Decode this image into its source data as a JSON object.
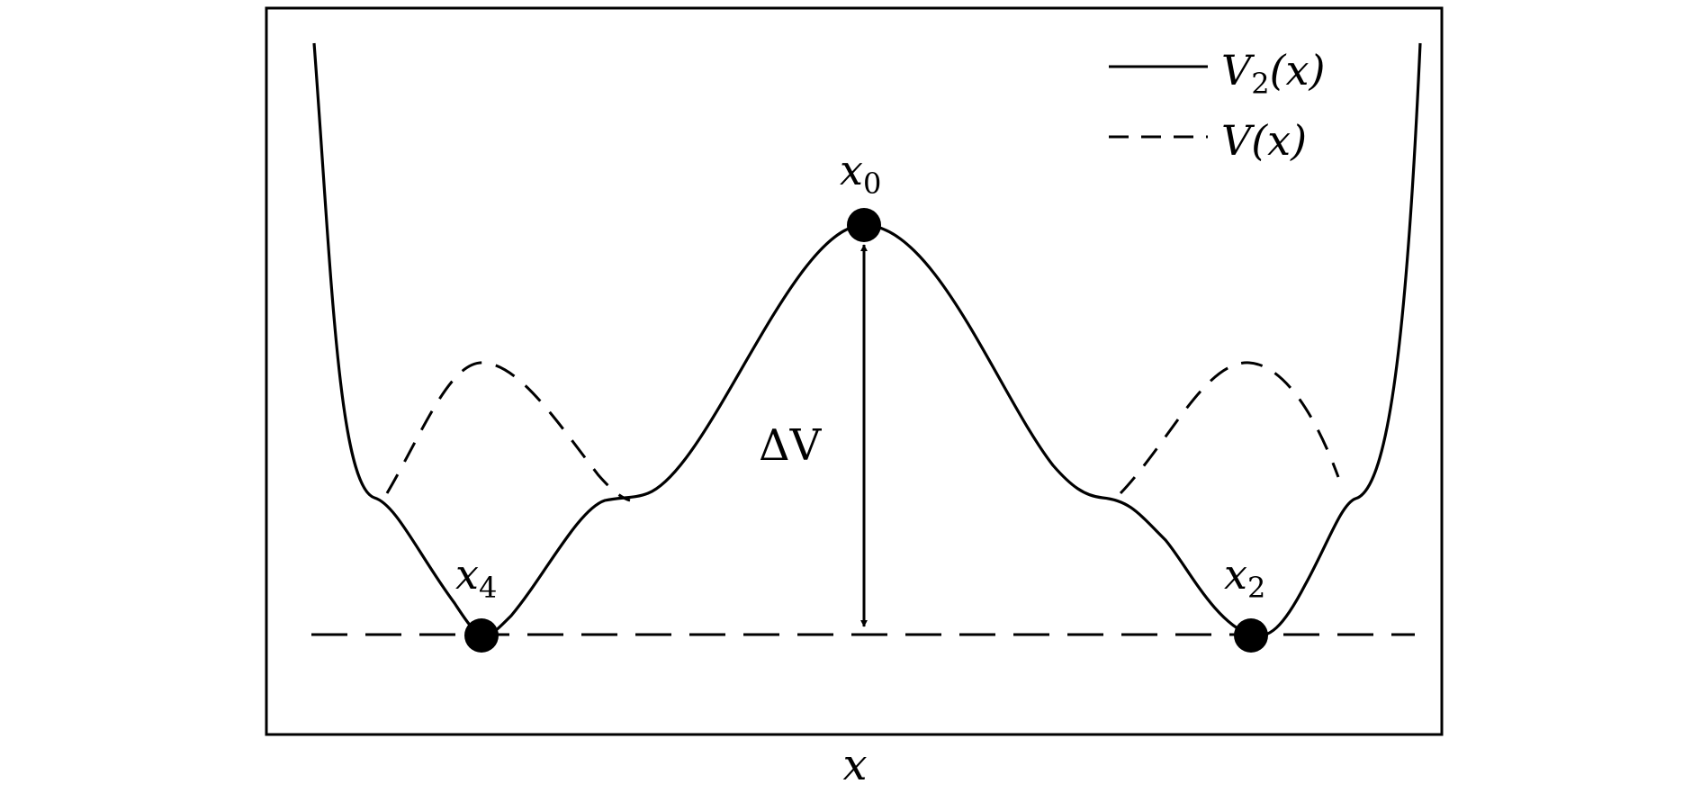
{
  "chart_data": {
    "type": "line",
    "title": "",
    "xlabel": "x",
    "ylabel": "",
    "grid": false,
    "legend_position": "top-right",
    "legend": [
      {
        "base": "V",
        "sub": "2",
        "args": "(x)",
        "style": "solid"
      },
      {
        "base": "V",
        "sub": "",
        "args": "(x)",
        "style": "dashed"
      }
    ],
    "points": [
      {
        "base": "x",
        "sub": "0"
      },
      {
        "base": "x",
        "sub": "4"
      },
      {
        "base": "x",
        "sub": "2"
      }
    ],
    "gap_label": "ΔV"
  }
}
